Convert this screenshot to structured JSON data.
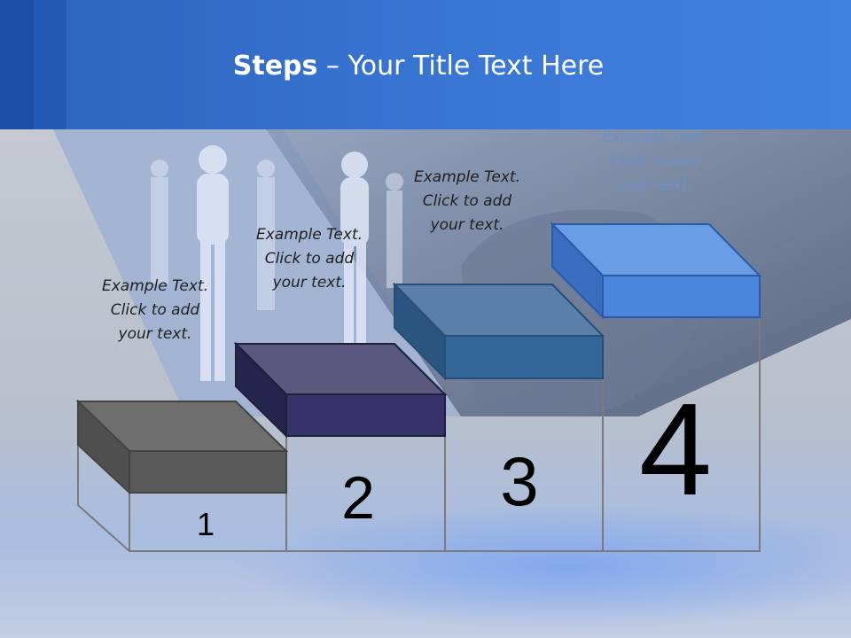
{
  "slide": {
    "title_bold": "Steps",
    "title_rest": " – Your Title Text Here"
  },
  "steps": [
    {
      "number": "1",
      "caption_l1": "Example Text.",
      "caption_l2": "Click  to add",
      "caption_l3": "your text.",
      "color": "#5a5a5a"
    },
    {
      "number": "2",
      "caption_l1": "Example Text.",
      "caption_l2": "Click  to add",
      "caption_l3": "your text.",
      "color": "#35336a"
    },
    {
      "number": "3",
      "caption_l1": "Example Text.",
      "caption_l2": "Click  to add",
      "caption_l3": "your text.",
      "color": "#33679a"
    },
    {
      "number": "4",
      "caption_l1": "Example Text.",
      "caption_l2": "Click  to add",
      "caption_l3": "your text.",
      "color": "#4a86dc"
    }
  ]
}
